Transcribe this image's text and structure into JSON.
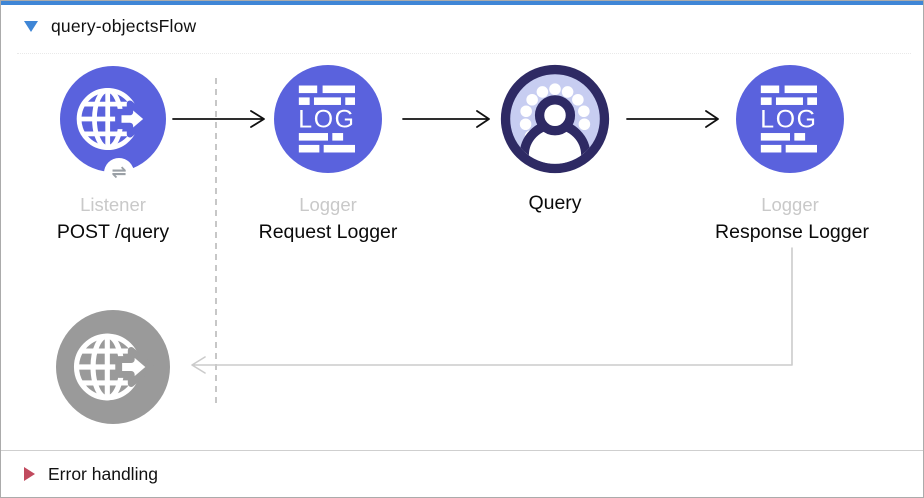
{
  "flow": {
    "name": "query-objectsFlow",
    "nodes": [
      {
        "type_label": "Listener",
        "name": "POST /query",
        "icon": "http-listener-globe-icon",
        "badge_glyph": "⇌"
      },
      {
        "type_label": "Logger",
        "name": "Request Logger",
        "icon": "logger-icon"
      },
      {
        "name": "Query",
        "icon": "salesforce-query-icon"
      },
      {
        "type_label": "Logger",
        "name": "Response Logger",
        "icon": "logger-icon"
      }
    ],
    "response_node": {
      "icon": "http-listener-globe-icon-disabled"
    }
  },
  "icons": {
    "log_text": "LOG"
  },
  "error_section": {
    "label": "Error handling"
  },
  "colors": {
    "selection_blue": "#3f86d6",
    "node_blue": "#5a62dd",
    "node_disabled_gray": "#9a9a9a",
    "query_ring_navy": "#2e2a64",
    "query_fill_lavender": "#c7cdf1",
    "type_label_gray": "#c9c9c9",
    "error_marker_red": "#c14a5e",
    "connector_black": "#111111",
    "connector_gray": "#cbcbcb",
    "dashed_guide_gray": "#b9b9b9"
  }
}
